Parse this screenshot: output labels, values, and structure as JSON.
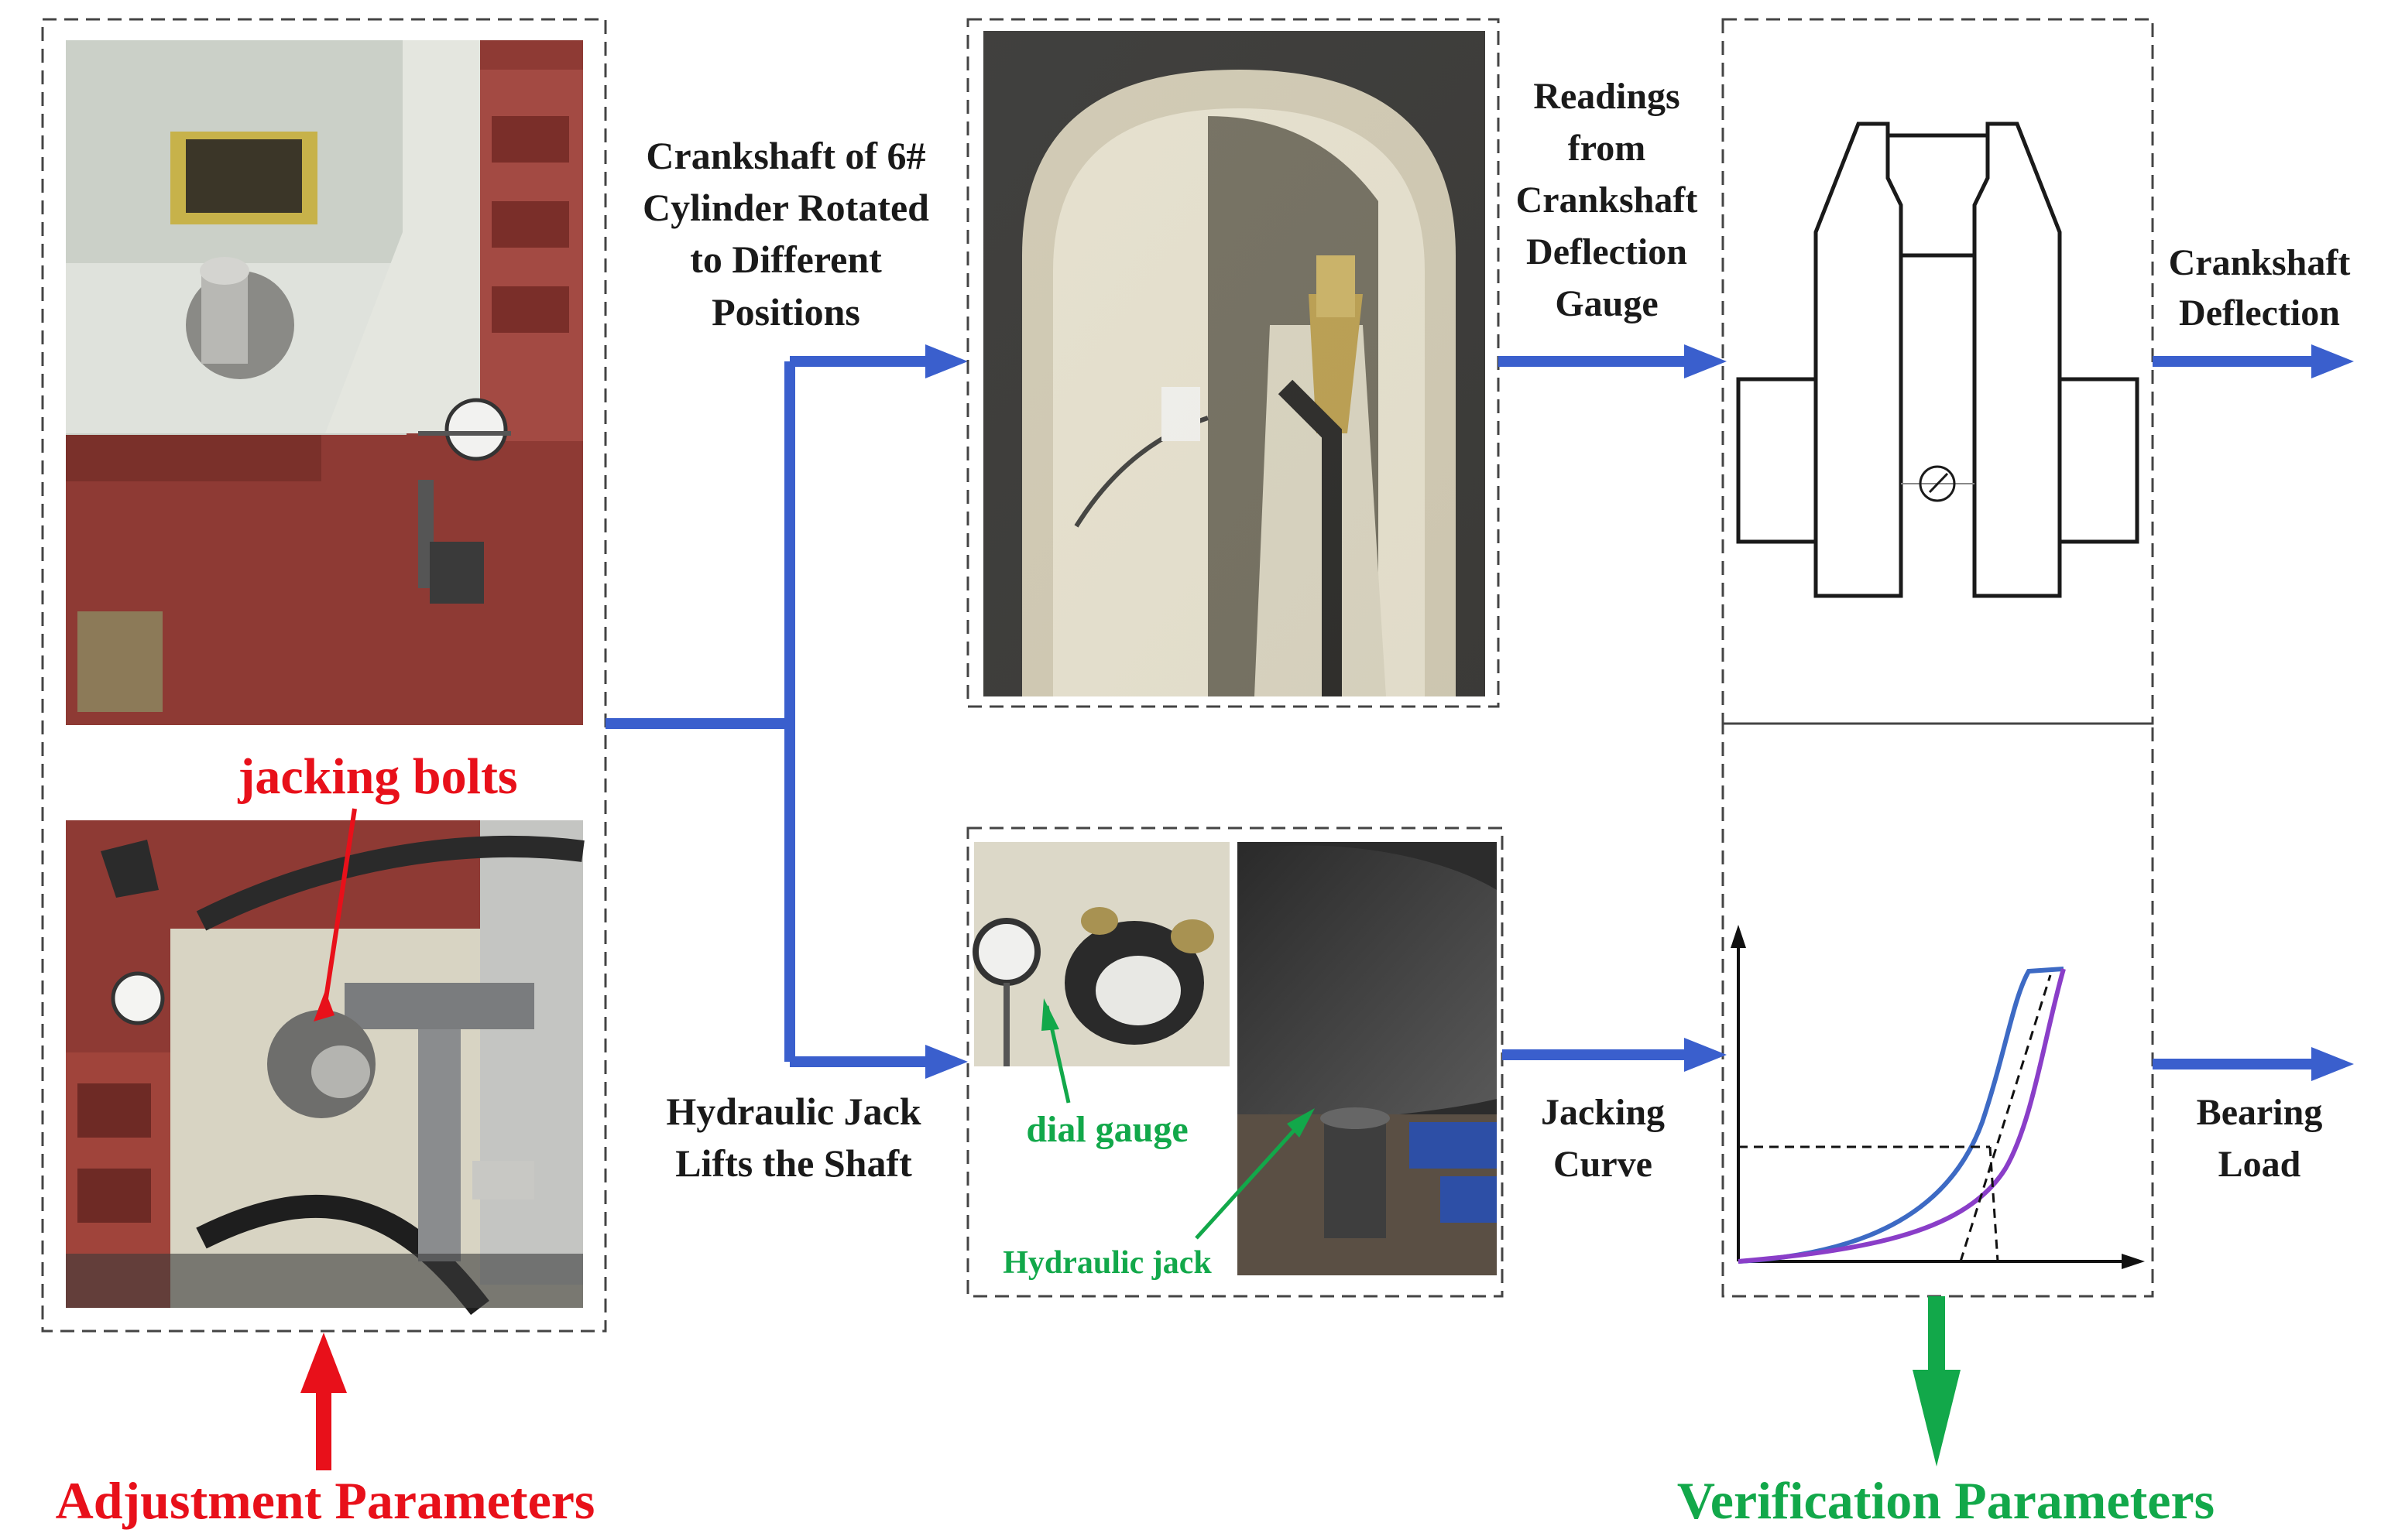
{
  "labels": {
    "rotate": [
      "Crankshaft of 6#",
      "Cylinder Rotated",
      "to Different",
      "Positions"
    ],
    "readings": [
      "Readings",
      "from",
      "Crankshaft",
      "Deflection",
      "Gauge"
    ],
    "crank_deflection": [
      "Crankshaft",
      "Deflection"
    ],
    "hydraulic_lift": [
      "Hydraulic Jack",
      "Lifts the Shaft"
    ],
    "jacking_curve": [
      "Jacking",
      "Curve"
    ],
    "bearing_load": [
      "Bearing",
      "Load"
    ],
    "jacking_bolts": "jacking bolts",
    "dial_gauge": "dial gauge",
    "hydraulic_jack": "Hydraulic jack",
    "adjustment": "Adjustment Parameters",
    "verification": "Verification Parameters"
  },
  "colors": {
    "arrow_blue": "#3a5fcd",
    "annotation_red": "#e8101a",
    "annotation_green": "#12a84a",
    "curve_blue": "#3d6ac4",
    "curve_purple": "#8a3ec8",
    "dashed_border": "#444444",
    "photo_red": "#8e3a34",
    "photo_cream": "#d9d4c2"
  },
  "icons": {
    "photos": [
      "jacking-bolts-top-photo",
      "jacking-bolts-bottom-photo",
      "crankcase-door-photo",
      "dial-gauge-photo",
      "hydraulic-jack-photo"
    ],
    "diagram": "crankshaft-throw-icon",
    "chart": "jacking-curve-chart"
  }
}
